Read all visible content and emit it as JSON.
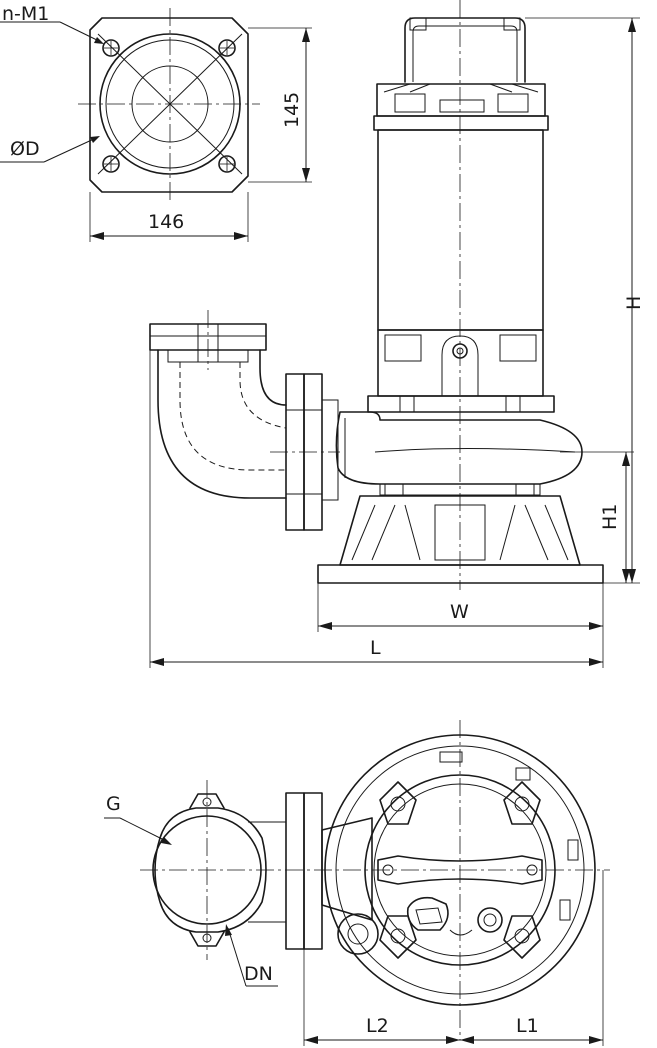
{
  "labels": {
    "holes": "n-M1",
    "diameter": "ØD",
    "flange_width": "146",
    "flange_height": "145",
    "height": "H",
    "inlet_height": "H1",
    "base_width": "W",
    "length": "L",
    "thread": "G",
    "nominal_diameter": "DN",
    "offset_2": "L2",
    "offset_1": "L1"
  }
}
